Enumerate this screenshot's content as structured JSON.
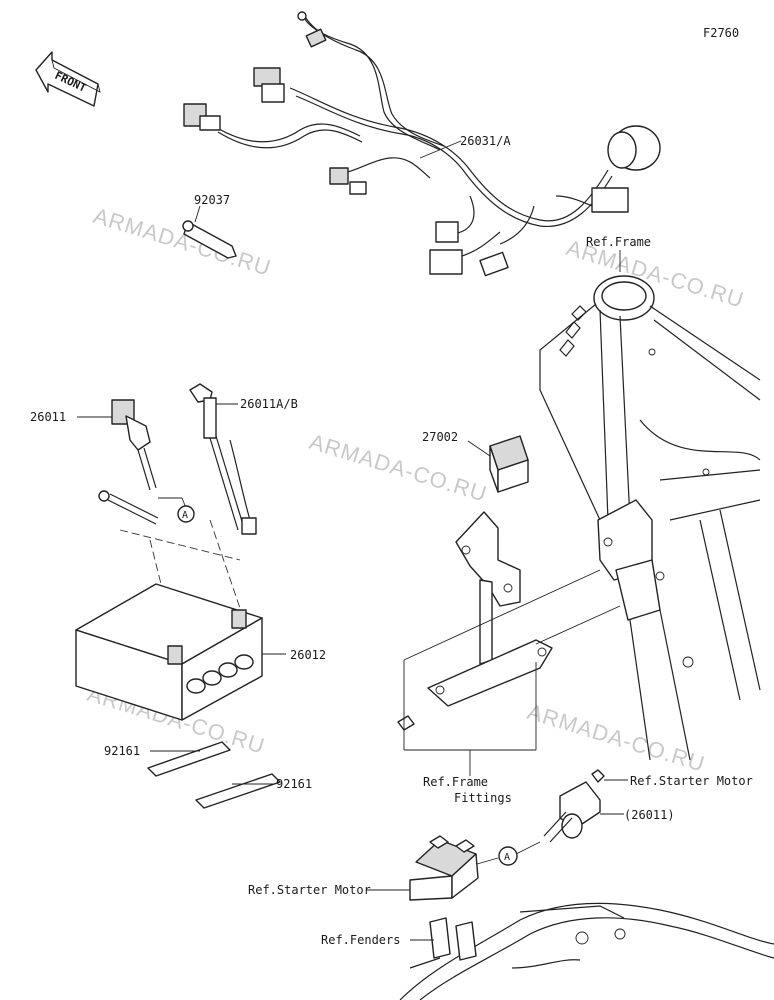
{
  "figure_code": "F2760",
  "front_label": "FRONT",
  "watermark": "ARMADA-CO.RU",
  "reference_marker": "A",
  "callouts": {
    "harness": "26031/A",
    "bolt": "92037",
    "cable_pos": "26011",
    "cable_neg": "26011A/B",
    "relay": "27002",
    "battery": "26012",
    "band_upper": "92161",
    "band_lower": "92161",
    "ref_frame": "Ref.Frame",
    "ref_frame_fittings_1": "Ref.Frame",
    "ref_frame_fittings_2": "Fittings",
    "ref_starter_motor_right": "Ref.Starter Motor",
    "cable_ref": "(26011)",
    "ref_starter_motor_left": "Ref.Starter Motor",
    "ref_fenders": "Ref.Fenders"
  }
}
